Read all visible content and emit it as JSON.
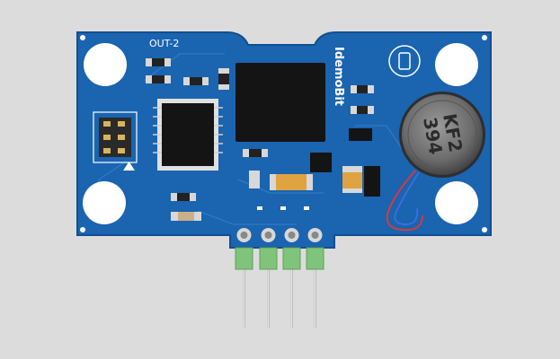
{
  "board": {
    "label_out": "OUT-2",
    "brand": "IdemoBit",
    "motor_label_1": "KF2",
    "motor_label_2": "394"
  },
  "colors": {
    "background": "#dcdcdc",
    "pcb": "#1a64b0",
    "pcb_dark": "#124e8f",
    "silkscreen": "#ffffff",
    "pin_header": "#7fc47a",
    "chip": "#141414",
    "motor": "#6b6b6b",
    "tantalum": "#e0a341"
  },
  "icons": [
    "mounting-hole-icon",
    "phone-vibrate-icon",
    "triangle-marker-icon"
  ]
}
